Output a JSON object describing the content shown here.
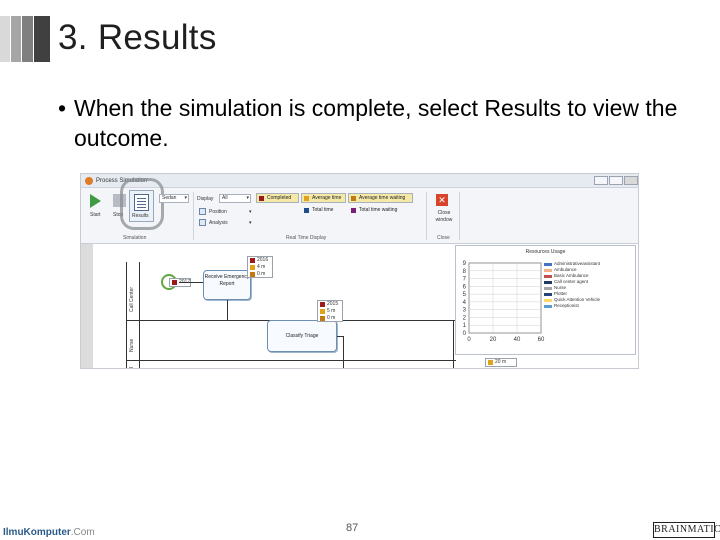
{
  "slide": {
    "title": "3. Results",
    "bullet": "When the simulation is complete, select Results to view the outcome.",
    "page_number": "87"
  },
  "footer": {
    "left_brand": "IlmuKomputer",
    "left_brand_suffix": ".Com",
    "right_brand": "BRAINMATICS"
  },
  "window": {
    "title": "Process Simulation"
  },
  "ribbon": {
    "start_label": "Start",
    "stop_label": "Stop",
    "results_label": "Results",
    "simulation_group": "Simulation",
    "speed_value": "Sedan",
    "display_label": "Display",
    "display_value": "All",
    "position_label": "Position",
    "analysis_label": "Analysis",
    "completed": "Completed",
    "average_time": "Average time",
    "average_time_waiting": "Average time waiting",
    "total_time": "Total time",
    "total_time_waiting": "Total time waiting",
    "realtime_group": "Real Time Display",
    "close_window": "Close window",
    "close_group": "Close",
    "colors": {
      "completed": "#9b1b1b",
      "average_time": "#e0a21b",
      "average_time_waiting": "#c07a10",
      "total_time": "#1f4e8c",
      "total_time_waiting": "#7b1e7a"
    }
  },
  "diagram": {
    "lanes": [
      "Call Center",
      "Nurse",
      "d"
    ],
    "start_count": "2017",
    "task_receive": "Receive Emergency Report",
    "task_triage": "Classify Triage",
    "tag1": [
      "2016",
      "4 m",
      "0 m"
    ],
    "tag2": [
      "2015",
      "5 m",
      "0 m"
    ],
    "tag3": [
      "20 m"
    ]
  },
  "resources_chart": {
    "title": "Resources Usage",
    "y_ticks": [
      "9",
      "8",
      "7",
      "6",
      "5",
      "4",
      "3",
      "2",
      "1",
      "0"
    ],
    "x_ticks": [
      "0",
      "20",
      "40",
      "60"
    ],
    "legend": [
      {
        "label": "Administrativeassistant",
        "color": "#4472c4"
      },
      {
        "label": "Ambulance",
        "color": "#f4b183"
      },
      {
        "label": "Basic Ambulance",
        "color": "#c0504d"
      },
      {
        "label": "Call center agent",
        "color": "#1f3864"
      },
      {
        "label": "Nurse",
        "color": "#a5a5a5"
      },
      {
        "label": "Plotter",
        "color": "#264478"
      },
      {
        "label": "Quick Attention Vehicle",
        "color": "#ffd966"
      },
      {
        "label": "Receptionist",
        "color": "#5b9bd5"
      }
    ]
  }
}
